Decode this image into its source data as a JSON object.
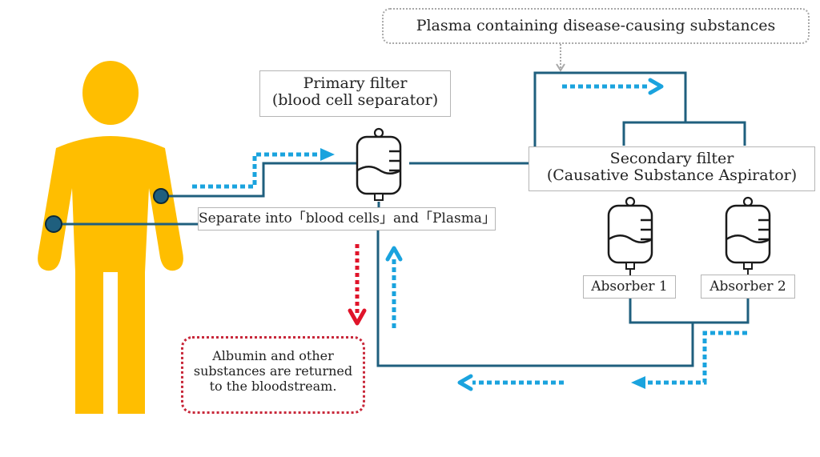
{
  "title_box": {
    "text": "Plasma containing disease-causing substances"
  },
  "primary_filter": {
    "line1": "Primary filter",
    "line2": "(blood cell separator)"
  },
  "separate_label": {
    "text": "Separate into「blood cells」and「Plasma」"
  },
  "secondary_filter": {
    "line1": "Secondary filter",
    "line2": "(Causative Substance Aspirator)"
  },
  "absorbers": [
    {
      "label": "Absorber 1"
    },
    {
      "label": "Absorber 2"
    }
  ],
  "return_note": {
    "line1": "Albumin and other",
    "line2": "substances are returned",
    "line3": "to the bloodstream."
  },
  "icons": {
    "person": "person-silhouette-icon",
    "bag": "filter-bag-icon",
    "flow": "flow-arrow-icon"
  },
  "colors": {
    "person": "#FFBE00",
    "tube": "#1F5F7E",
    "flow_arrow": "#1AA3DE",
    "return_arrow": "#E0142A",
    "note_border": "#C8283A",
    "title_border": "#A8A8A8"
  }
}
